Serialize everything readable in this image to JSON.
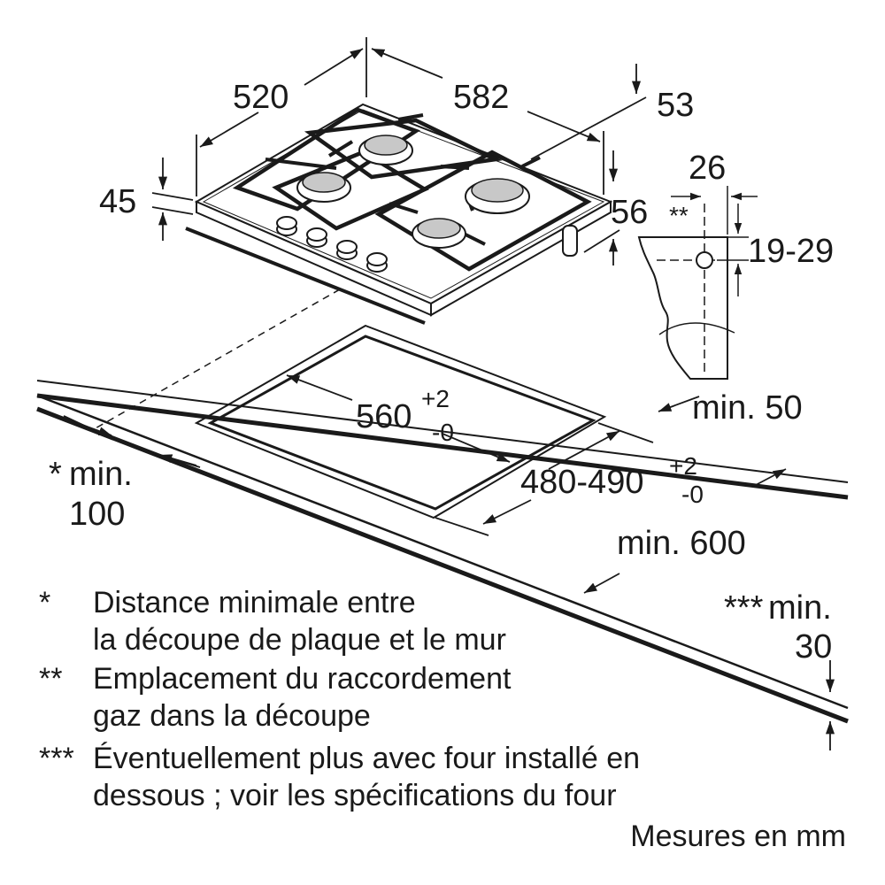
{
  "dimensions": {
    "depth": "520",
    "width": "582",
    "top_offset": "53",
    "height": "45",
    "gas_side": "56",
    "gas_offset": "26",
    "gas_height": "19-29",
    "gas_marker": "**",
    "cutout_width": "560",
    "cutout_width_tol_plus": "+2",
    "cutout_width_tol_minus": "-0",
    "cutout_depth": "480-490",
    "cutout_depth_tol_plus": "+2",
    "cutout_depth_tol_minus": "-0",
    "min_back": "min. 50",
    "min_wall_marker": "*",
    "min_wall_label": "min.",
    "min_wall_value": "100",
    "min_worktop": "min. 600",
    "min_below_marker": "***",
    "min_below_label": "min.",
    "min_below_value": "30"
  },
  "notes": [
    {
      "marker": "*",
      "lines": [
        "Distance minimale entre",
        "la découpe de plaque et le mur"
      ]
    },
    {
      "marker": "**",
      "lines": [
        "Emplacement du raccordement",
        "gaz dans la découpe"
      ]
    },
    {
      "marker": "***",
      "lines": [
        "Éventuellement plus avec four installé en",
        "dessous ; voir les spécifications du four"
      ]
    }
  ],
  "units_note": "Mesures en mm",
  "colors": {
    "ink": "#1a1a1a",
    "background": "#ffffff"
  }
}
